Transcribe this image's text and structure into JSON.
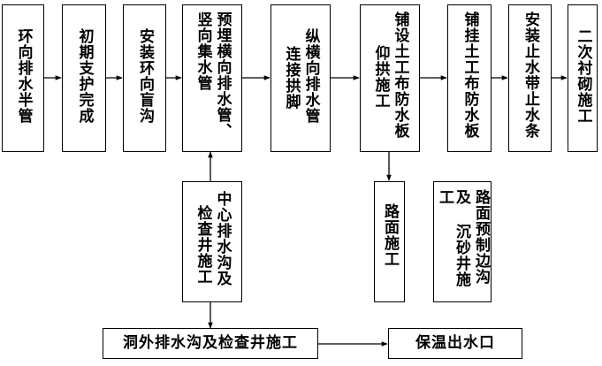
{
  "nodes": {
    "n1": {
      "columns": [
        "环向排水半管"
      ]
    },
    "n2": {
      "columns": [
        "初期支护完成"
      ]
    },
    "n3": {
      "columns": [
        "安装环向盲沟"
      ]
    },
    "n4": {
      "columns": [
        "预埋横向排水管、",
        "竖向集水管"
      ]
    },
    "n5": {
      "columns": [
        "纵横向排水管",
        "连接拱脚"
      ]
    },
    "n6": {
      "columns": [
        "铺设土工布防水板",
        "仰拱施工"
      ]
    },
    "n7": {
      "columns": [
        "铺挂土工布防水板"
      ]
    },
    "n8": {
      "columns": [
        "安装止水带止水条"
      ]
    },
    "n9": {
      "columns": [
        "二次衬砌施工"
      ]
    },
    "n10": {
      "columns": [
        "中心排水沟及",
        "检查井施工"
      ]
    },
    "n11": {
      "columns": [
        "路面施工"
      ]
    },
    "n12": {
      "columns": [
        "路面预制边沟",
        "及 沉砂井施工"
      ]
    },
    "n13": {
      "text": "洞外排水沟及检查井施工"
    },
    "n14": {
      "text": "保温出水口"
    }
  }
}
